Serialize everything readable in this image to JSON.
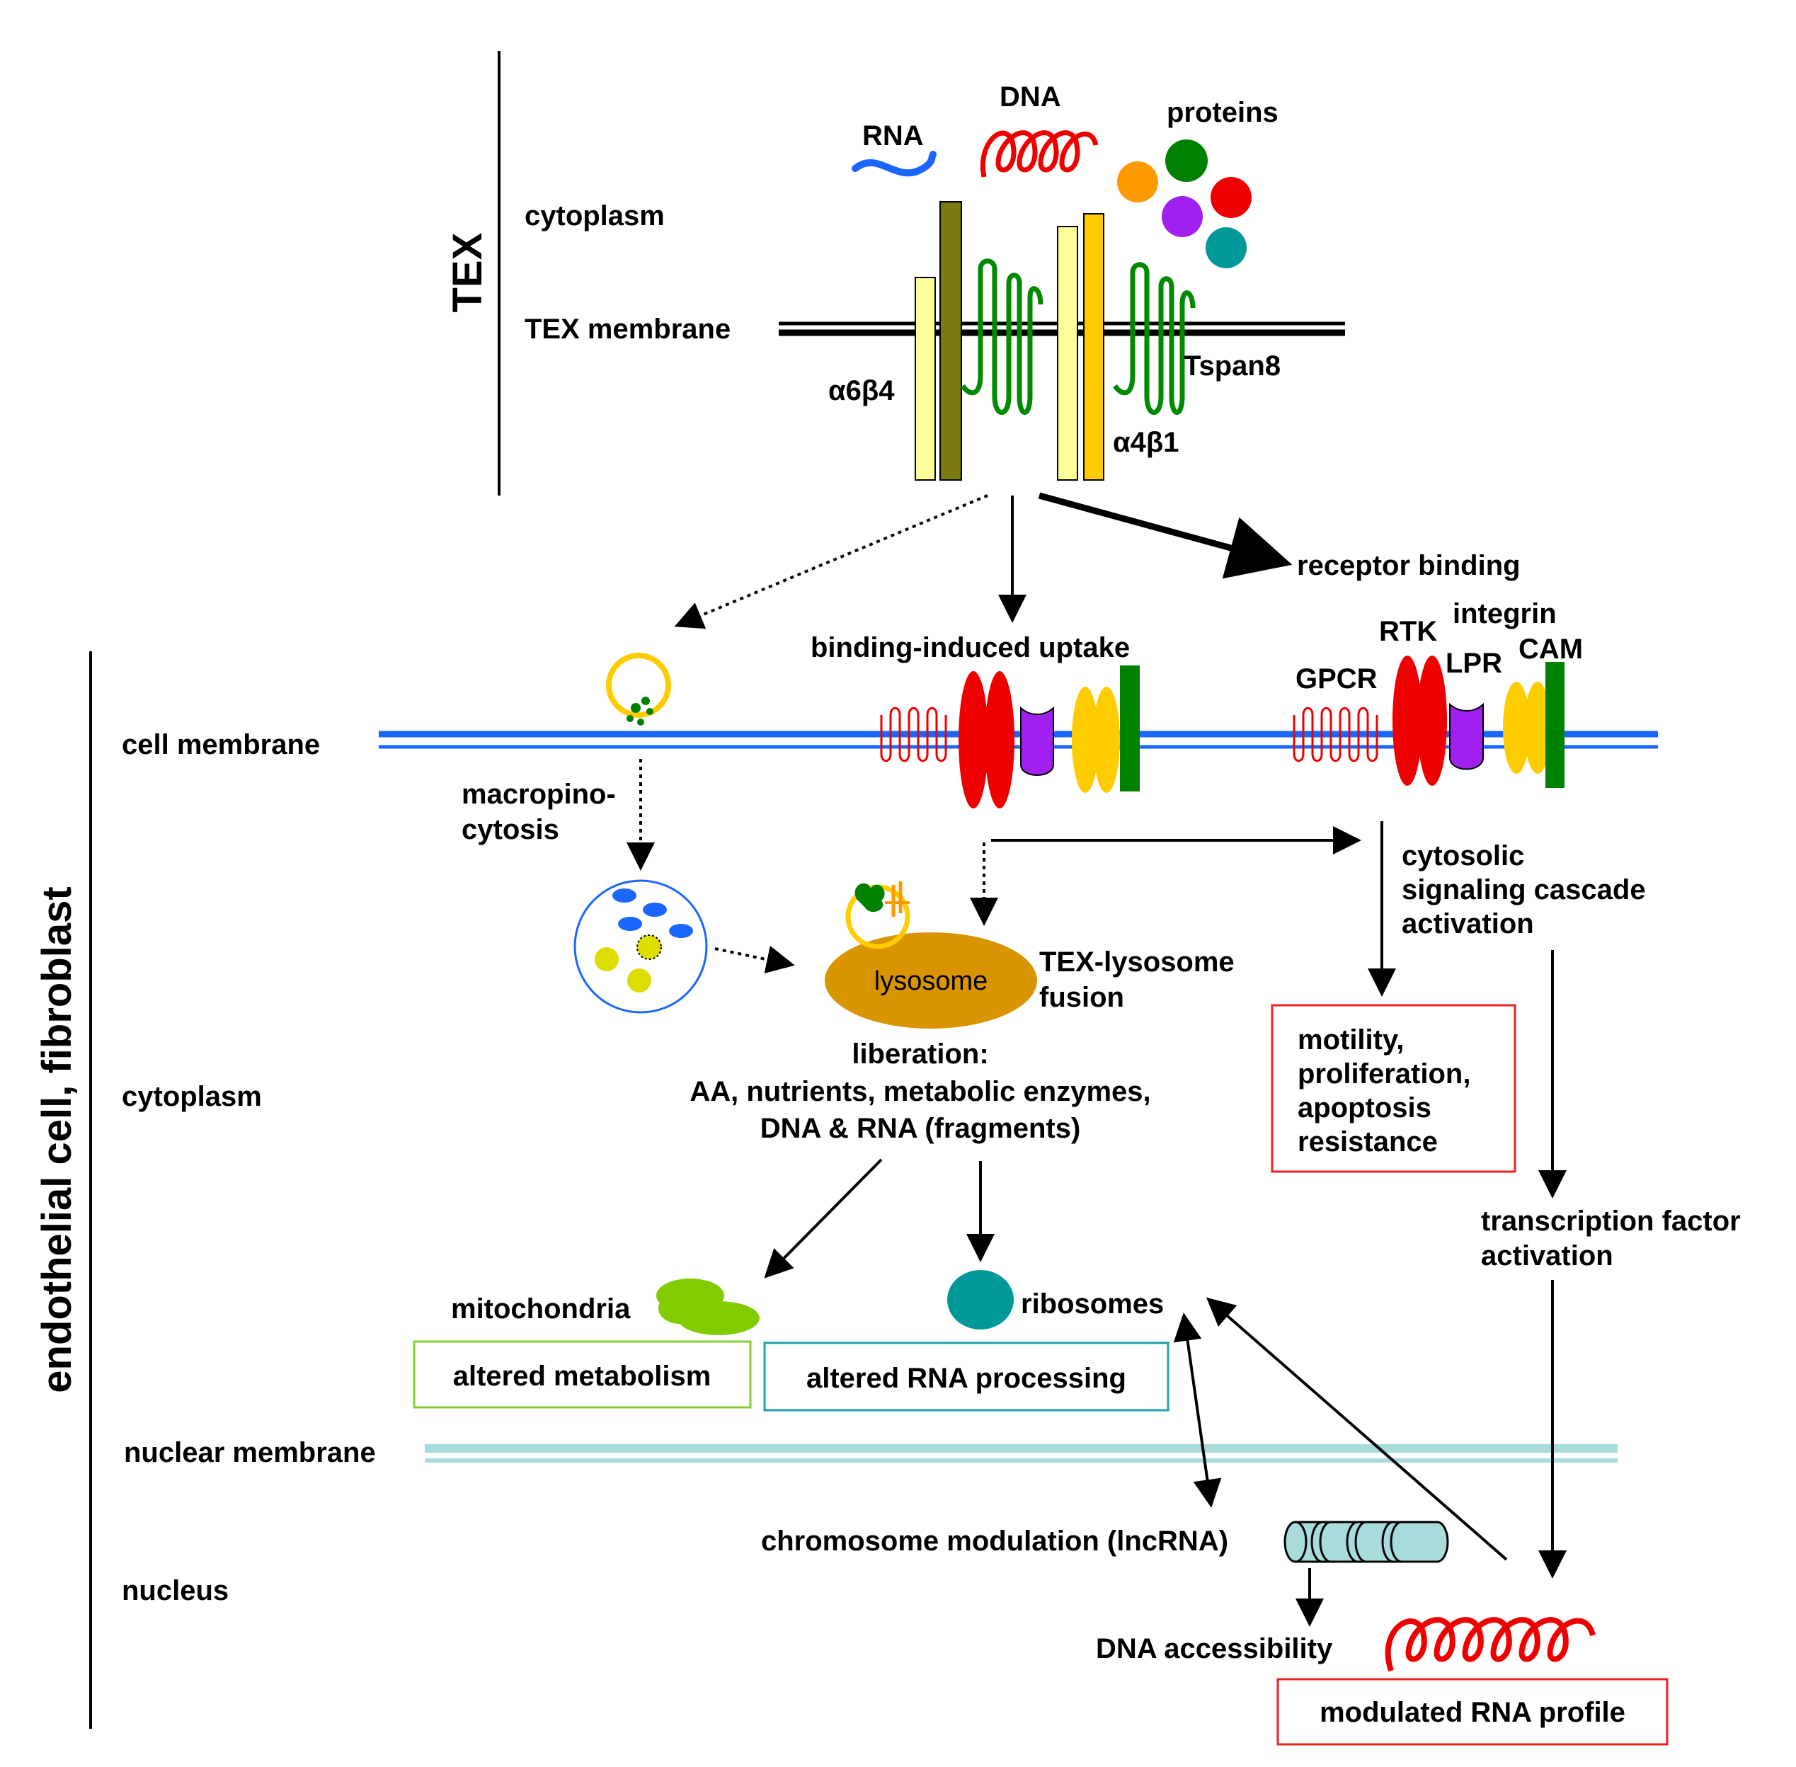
{
  "colors": {
    "black": "#000000",
    "membrane_blue": "#1a66ff",
    "nuclear_membrane": "#a8dcdc",
    "green_tspan": "#008a00",
    "olive": "#7a7a10",
    "pale_yellow": "#ffff99",
    "gold": "#ffcc00",
    "red": "#ee0000",
    "purple": "#a020f0",
    "dark_green": "#008000",
    "orange": "#ff9900",
    "teal": "#009999",
    "lime": "#80cc00",
    "lysosome": "#d99500",
    "box_red": "#ee2020",
    "box_green": "#88cc33",
    "box_teal": "#20a0a8"
  },
  "tex": {
    "title": "TEX",
    "cytoplasm": "cytoplasm",
    "membrane": "TEX membrane",
    "rna": "RNA",
    "dna": "DNA",
    "proteins": "proteins",
    "a6b4": "α6β4",
    "a4b1": "α4β1",
    "tspan8": "Tspan8"
  },
  "paths": {
    "receptor_binding": "receptor binding",
    "binding_uptake": "binding-induced uptake",
    "macropino_1": "macropino-",
    "macropino_2": "cytosis"
  },
  "receptors": {
    "gpcr": "GPCR",
    "rtk": "RTK",
    "integrin": "integrin",
    "lpr": "LPR",
    "cam": "CAM"
  },
  "cell": {
    "side_title": "endothelial cell, fibroblast",
    "cell_membrane": "cell membrane",
    "cytoplasm": "cytoplasm",
    "nuclear_membrane": "nuclear membrane",
    "nucleus": "nucleus"
  },
  "lysosome": {
    "label": "lysosome",
    "fusion_1": "TEX-lysosome",
    "fusion_2": "fusion",
    "liberation_1": "liberation:",
    "liberation_2": "AA, nutrients, metabolic enzymes,",
    "liberation_3": "DNA & RNA (fragments)"
  },
  "signaling": {
    "cascade_1": "cytosolic",
    "cascade_2": "signaling cascade",
    "cascade_3": "activation",
    "outcome_1": "motility,",
    "outcome_2": "proliferation,",
    "outcome_3": "apoptosis",
    "outcome_4": "resistance",
    "tf_1": "transcription factor",
    "tf_2": "activation"
  },
  "organelles": {
    "mitochondria": "mitochondria",
    "ribosomes": "ribosomes",
    "altered_metabolism": "altered metabolism",
    "altered_rna": "altered RNA processing"
  },
  "nucleus_items": {
    "chromosome": "chromosome modulation (lncRNA)",
    "dna_access": "DNA accessibility",
    "rna_profile": "modulated RNA profile"
  }
}
